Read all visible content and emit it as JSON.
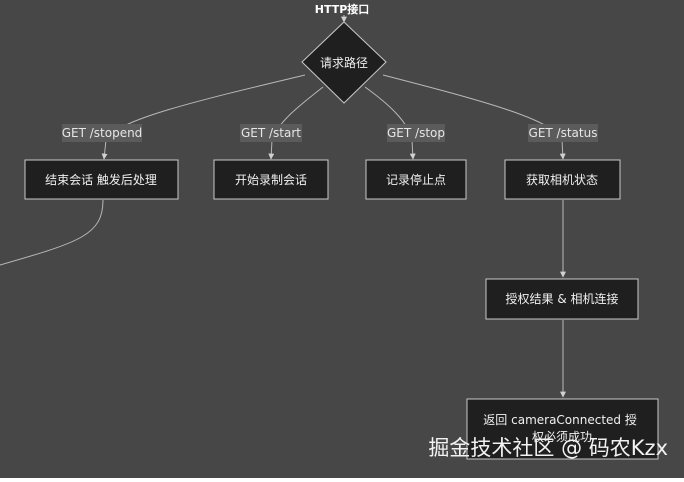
{
  "diagram": {
    "entry_label": "HTTP接口",
    "decision": "请求路径",
    "routes": [
      {
        "edge_label": "GET /stopend",
        "node": "结束会话 触发后处理"
      },
      {
        "edge_label": "GET /start",
        "node": "开始录制会话"
      },
      {
        "edge_label": "GET /stop",
        "node": "记录停止点"
      },
      {
        "edge_label": "GET /status",
        "node": "获取相机状态"
      }
    ],
    "status_chain": [
      "授权结果 & 相机连接",
      "返回 cameraConnected 授权必须成功"
    ]
  },
  "watermark": "掘金技术社区 @ 码农Kzx",
  "colors": {
    "background": "#474747",
    "node_fill": "#1f1f1f",
    "node_border": "#c9c9c9",
    "edge": "#b8b8b8",
    "edge_label_bg": "#5b5b5b"
  }
}
